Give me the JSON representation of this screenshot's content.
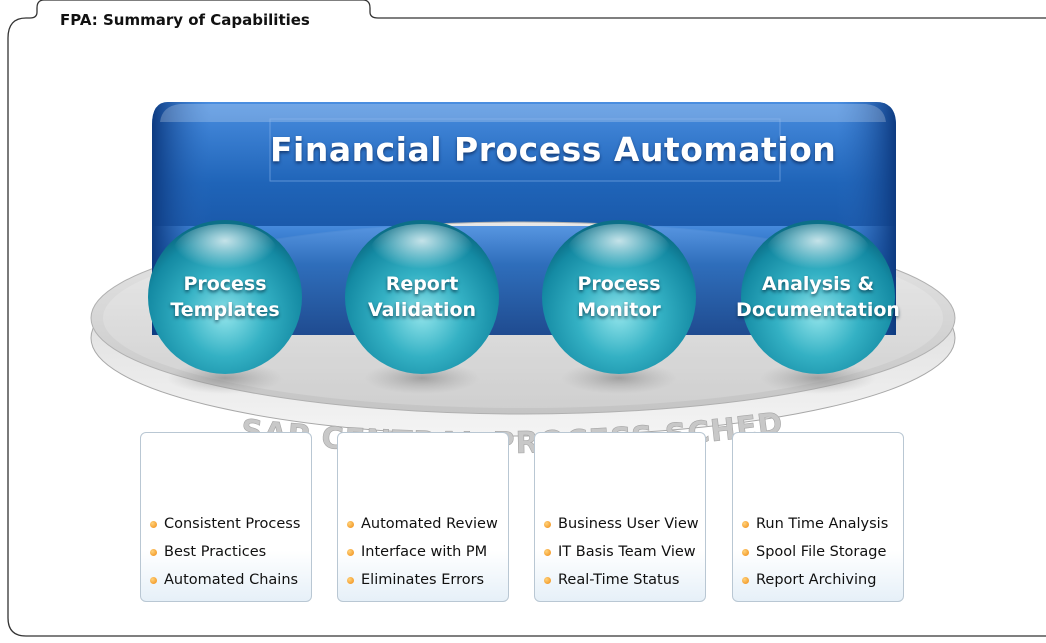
{
  "header": {
    "title": "FPA: Summary of Capabilities"
  },
  "banner": {
    "title": "Financial Process Automation"
  },
  "platform": {
    "label": "SAP CENTRAL PROCESS SCHEDULING"
  },
  "capabilities": [
    {
      "line1": "Process",
      "line2": "Templates",
      "features": [
        "Consistent Process",
        "Best Practices",
        "Automated Chains"
      ]
    },
    {
      "line1": "Report",
      "line2": "Validation",
      "features": [
        "Automated Review",
        "Interface with PM",
        "Eliminates Errors"
      ]
    },
    {
      "line1": "Process",
      "line2": "Monitor",
      "features": [
        "Business User View",
        "IT Basis Team View",
        "Real-Time Status"
      ]
    },
    {
      "line1": "Analysis &",
      "line2": "Documentation",
      "features": [
        "Run Time Analysis",
        "Spool File Storage",
        "Report Archiving"
      ]
    }
  ],
  "colors": {
    "banner": "#1f64b0",
    "sphere": "#3fb3c4",
    "bullet": "#f08a12",
    "platform": "#c9c9c9"
  }
}
